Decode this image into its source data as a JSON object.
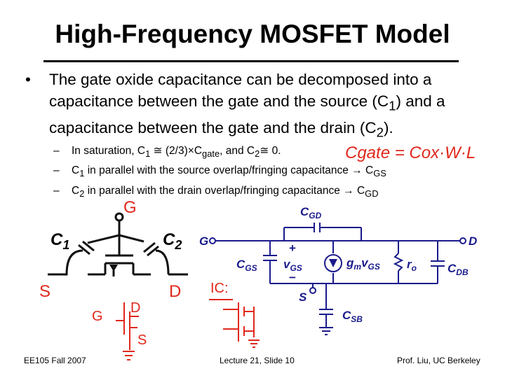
{
  "slide": {
    "title": "High-Frequency MOSFET Model",
    "bullet": {
      "text_1": "The gate oxide capacitance can be decomposed into a capacitance between the gate and the source (C",
      "sub_1": "1",
      "text_2": ") and a capacitance between the gate and the drain (C",
      "sub_2": "2",
      "text_3": ")."
    },
    "sub_bullets": [
      {
        "pre": "In saturation, C",
        "s1": "1",
        "mid": " ≅ (2/3)×C",
        "s2": "gate",
        "mid2": ", and C",
        "s3": "2",
        "post": "≅ 0."
      },
      {
        "pre": "C",
        "s1": "1",
        "mid": " in parallel with the source overlap/fringing capacitance → C",
        "s2": "GS"
      },
      {
        "pre": "C",
        "s1": "2",
        "mid": " in parallel with the drain overlap/fringing capacitance → C",
        "s2": "GD"
      }
    ],
    "handwritten_formula": "Cgate = Cox·W·L",
    "left_circuit_labels": {
      "c1": "C",
      "c1_sub": "1",
      "c2": "C",
      "c2_sub": "2",
      "g": "G",
      "s": "S",
      "d": "D"
    },
    "model_labels": {
      "cgd": "C",
      "cgd_sub": "GD",
      "g": "G",
      "d": "D",
      "plus": "+",
      "minus": "−",
      "vgs": "v",
      "vgs_sub": "GS",
      "cgs": "C",
      "cgs_sub": "GS",
      "gm": "g",
      "gm_sub": "m",
      "gm_v": "v",
      "gm_vsub": "GS",
      "ro": "r",
      "ro_sub": "o",
      "cdb": "C",
      "cdb_sub": "DB",
      "s": "S",
      "csb": "C",
      "csb_sub": "SB"
    },
    "handwritten_notes": {
      "ic": "IC:",
      "g": "G",
      "d": "D",
      "s": "S",
      "g2": "G"
    },
    "footer": {
      "left": "EE105 Fall 2007",
      "center": "Lecture 21, Slide 10",
      "right": "Prof. Liu, UC Berkeley"
    },
    "colors": {
      "ink": "#000000",
      "handwriting": "#e0281c",
      "circuit_blue": "#1a1a8c"
    }
  }
}
